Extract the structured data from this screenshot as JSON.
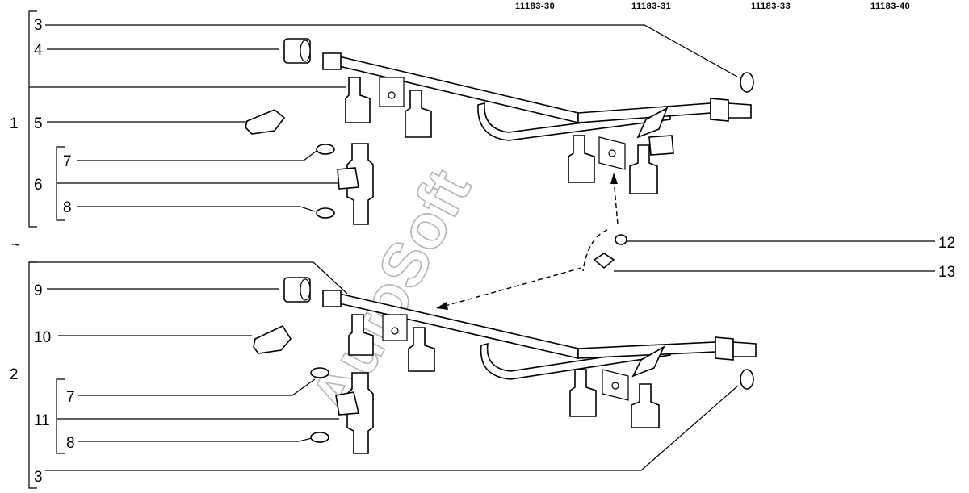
{
  "header": {
    "codes": [
      "11183-30",
      "11183-31",
      "11183-33",
      "11183-40"
    ]
  },
  "watermark": "AutoSoft",
  "callouts": {
    "c1": "1",
    "c2": "2",
    "c3_top": "3",
    "c3_bottom": "3",
    "c4": "4",
    "c5": "5",
    "c6": "6",
    "c7_top": "7",
    "c7_bottom": "7",
    "c8_top": "8",
    "c8_bottom": "8",
    "c9": "9",
    "c10": "10",
    "c11": "11",
    "c12": "12",
    "c13": "13",
    "tilde": "~"
  }
}
